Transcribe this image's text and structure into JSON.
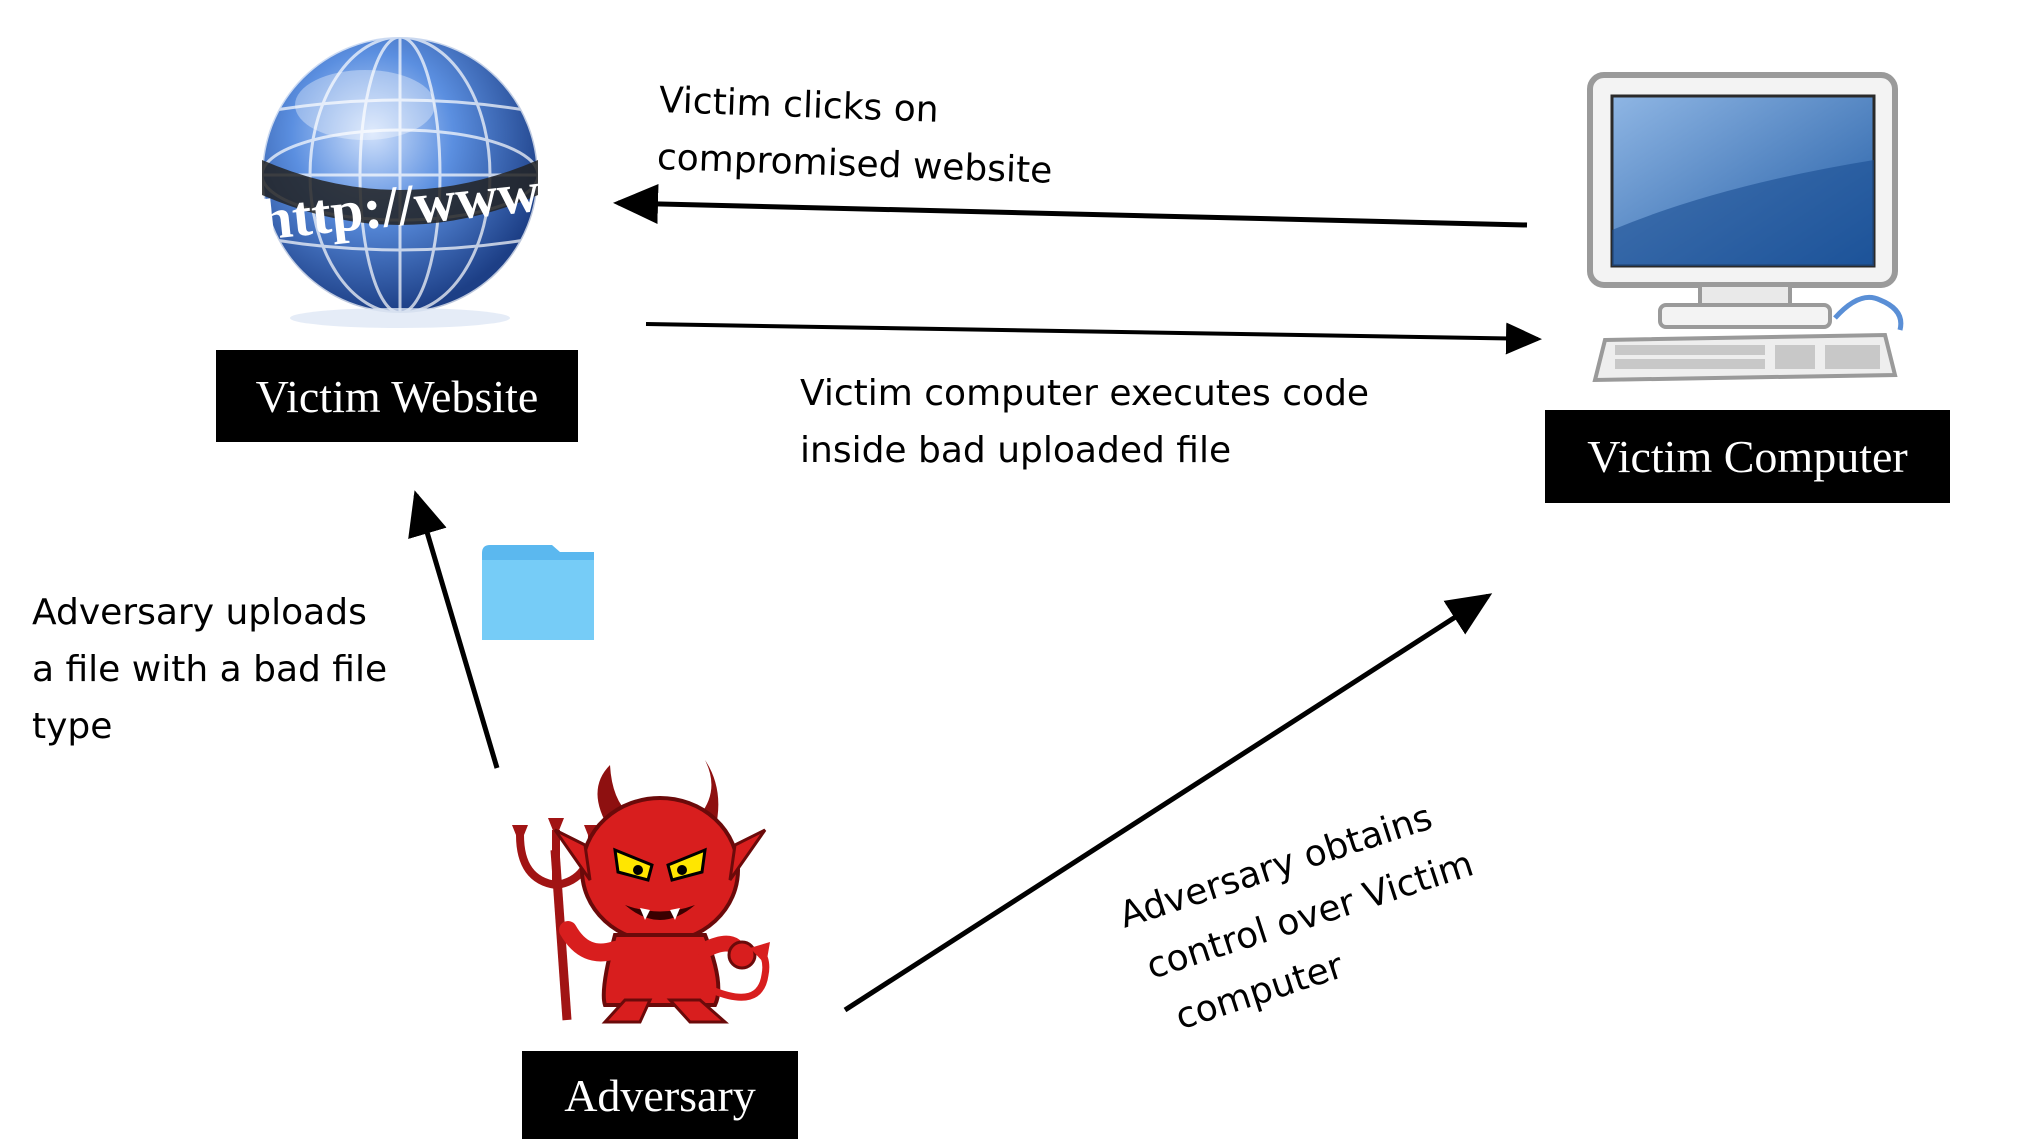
{
  "nodes": {
    "website": {
      "label": "Victim Website",
      "icon": "globe-www-icon"
    },
    "computer": {
      "label": "Victim Computer",
      "icon": "desktop-computer-icon"
    },
    "adversary": {
      "label": "Adversary",
      "icon": "devil-icon"
    }
  },
  "file_icon": "folder-icon",
  "edges": {
    "clicks": {
      "lines": [
        "Victim clicks on",
        "compromised website"
      ]
    },
    "executes": {
      "lines": [
        "Victim computer executes code",
        "inside bad uploaded file"
      ]
    },
    "uploads": {
      "lines": [
        "Adversary uploads",
        "a file with a bad file",
        "type"
      ]
    },
    "control": {
      "lines": [
        "Adversary obtains",
        "control over Victim",
        "computer"
      ]
    }
  },
  "globe_text": "http://www",
  "colors": {
    "box": "#000000",
    "box_text": "#ffffff",
    "folder": "#6ec6f5",
    "devil": "#d81e1e",
    "globe": "#3a6fc4",
    "screen": "#2f6db3"
  }
}
